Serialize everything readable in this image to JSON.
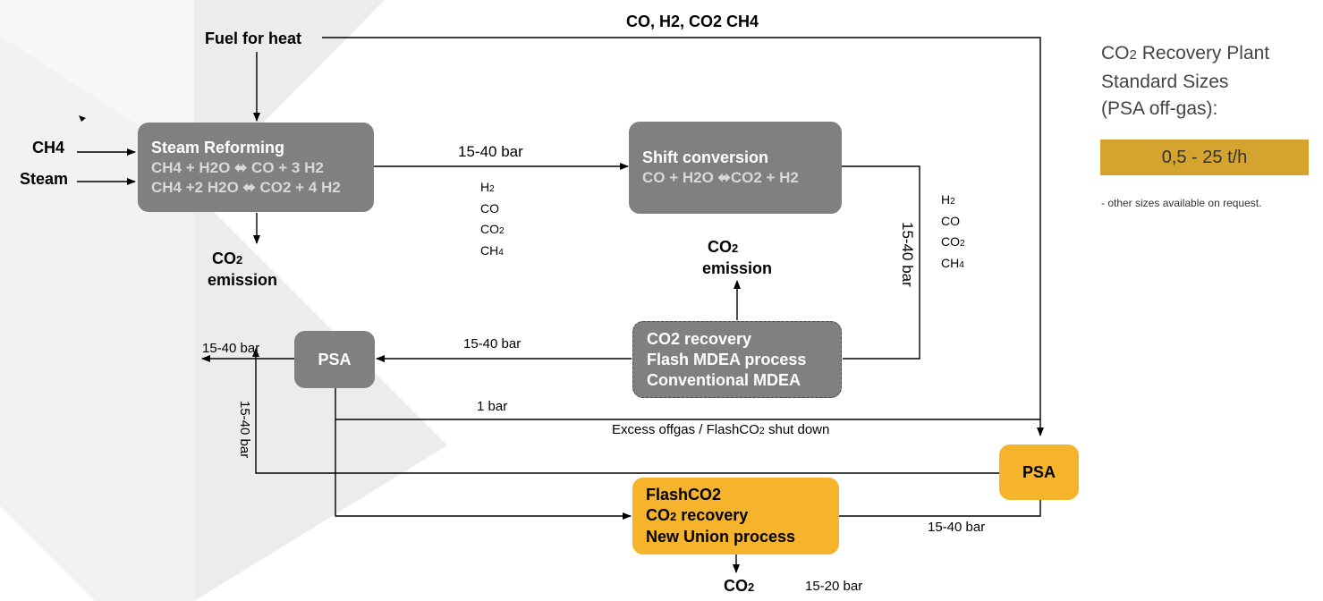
{
  "top_gas": "CO, H2, CO2 CH4",
  "fuel_label": "Fuel for heat",
  "inputs": {
    "ch4": "CH4",
    "steam": "Steam"
  },
  "steam_reforming": {
    "title": "Steam Reforming",
    "eq1": {
      "left": "CH4 + H2O ",
      "right": " CO + 3 H2"
    },
    "eq2": {
      "left": "CH4 +2 H2O ",
      "right": " CO2 + 4 H2"
    }
  },
  "shift_conversion": {
    "title": "Shift conversion",
    "eq": {
      "left": "CO + H2O ",
      "right": "CO2 + H2"
    }
  },
  "co2_recovery": {
    "line1": "CO2 recovery",
    "line2": "Flash MDEA process",
    "line3": "Conventional MDEA"
  },
  "psa_left": "PSA",
  "psa_right": "PSA",
  "flashco2": {
    "line1": "FlashCO2",
    "line2": {
      "base": "CO",
      "sub": "2",
      "rest": " recovery"
    },
    "line3": "New Union process"
  },
  "emission_left": {
    "co2": {
      "base": "CO",
      "sub": "2"
    },
    "word": "emission"
  },
  "emission_mid": {
    "co2": {
      "base": "CO",
      "sub": "2"
    },
    "word": "emission"
  },
  "pressure": {
    "sr_to_shift": "15-40 bar",
    "shift_to_recovery": "15-40 bar",
    "recovery_to_psa": "15-40 bar",
    "psa_out": "15-40 bar",
    "psa_return": "15-40 bar",
    "low": "1 bar",
    "flash_to_psa": "15-40 bar",
    "co2_out": "15-20 bar"
  },
  "gases_after_sr": [
    {
      "base": "H",
      "sub": "2"
    },
    {
      "base": "CO",
      "sub": ""
    },
    {
      "base": "CO",
      "sub": "2"
    },
    {
      "base": "CH",
      "sub": "4"
    }
  ],
  "gases_after_shift": [
    {
      "base": "H",
      "sub": "2"
    },
    {
      "base": "CO",
      "sub": ""
    },
    {
      "base": "CO",
      "sub": "2"
    },
    {
      "base": "CH",
      "sub": "4"
    }
  ],
  "excess_offgas": {
    "base": "Excess offgas / FlashCO",
    "sub": "2",
    "rest": " shut down"
  },
  "co2_product": {
    "base": "CO",
    "sub": "2"
  },
  "sidebar": {
    "title_line1": {
      "base": "CO",
      "sub": "2",
      "rest": " Recovery Plant"
    },
    "title_line2": "Standard Sizes",
    "title_line3": "(PSA off-gas):",
    "size_range": "0,5 - 25 t/h",
    "note": "- other sizes available on request."
  },
  "colors": {
    "gray_box": "#808080",
    "orange_box": "#f6b32c",
    "size_box": "#d4a42e",
    "background_shape": "#ececec"
  }
}
